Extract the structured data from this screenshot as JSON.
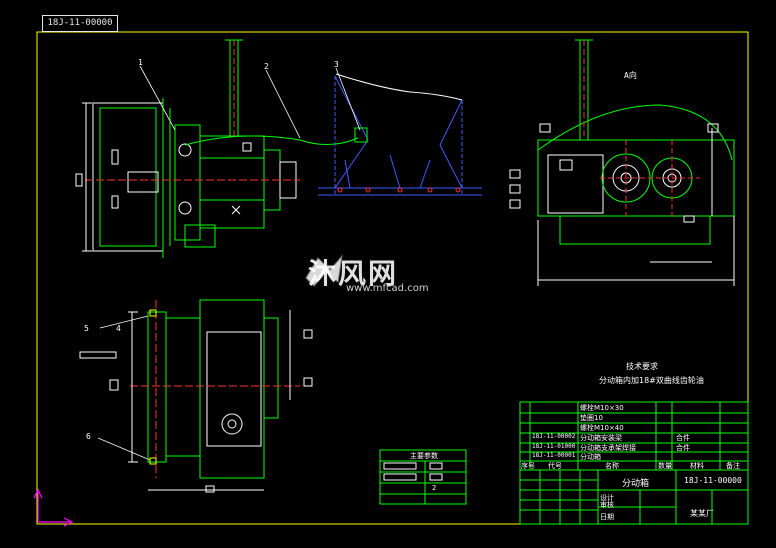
{
  "drawing_number_box": "18J-11-00000",
  "view_label": "A向",
  "callouts": [
    "1",
    "2",
    "3",
    "4",
    "5",
    "6"
  ],
  "watermark": {
    "brand": "沐风网",
    "url": "www.mfcad.com"
  },
  "tech_requirements": {
    "title": "技术要求",
    "note": "分动箱内加18#双曲线齿轮油"
  },
  "main_params": {
    "title": "主要参数",
    "rows": [
      {
        "label": "",
        "value": ""
      },
      {
        "label": "",
        "value": ""
      },
      {
        "label": "",
        "value": ""
      },
      {
        "label": "",
        "value": "2"
      }
    ]
  },
  "bom": {
    "rows": [
      {
        "code": "",
        "name": "螺栓M10×30",
        "qty": "",
        "material": ""
      },
      {
        "code": "",
        "name": "垫圈10",
        "qty": "",
        "material": ""
      },
      {
        "code": "",
        "name": "螺栓M10×40",
        "qty": "",
        "material": ""
      },
      {
        "code": "18J-11-00002",
        "name": "分动箱安装梁",
        "qty": "",
        "material": "合件"
      },
      {
        "code": "18J-11-01000",
        "name": "分动箱支承架焊接",
        "qty": "",
        "material": "合件"
      },
      {
        "code": "18J-11-00001",
        "name": "分动箱",
        "qty": "",
        "material": ""
      }
    ],
    "header": [
      "序号",
      "代号",
      "名称",
      "数量",
      "材料",
      "备注"
    ],
    "title_name": "分动箱",
    "title_code": "18J-11-00000",
    "factory": "某某厂",
    "sign_rows": [
      "设计",
      "审核",
      "日期"
    ]
  },
  "colors": {
    "border": "#ffff00",
    "outline": "#00ff00",
    "detail": "#ffffff",
    "hidden": "#3a5bff",
    "center": "#ff3030",
    "ucs": "#ff00ff",
    "accent": "#00ffff"
  }
}
